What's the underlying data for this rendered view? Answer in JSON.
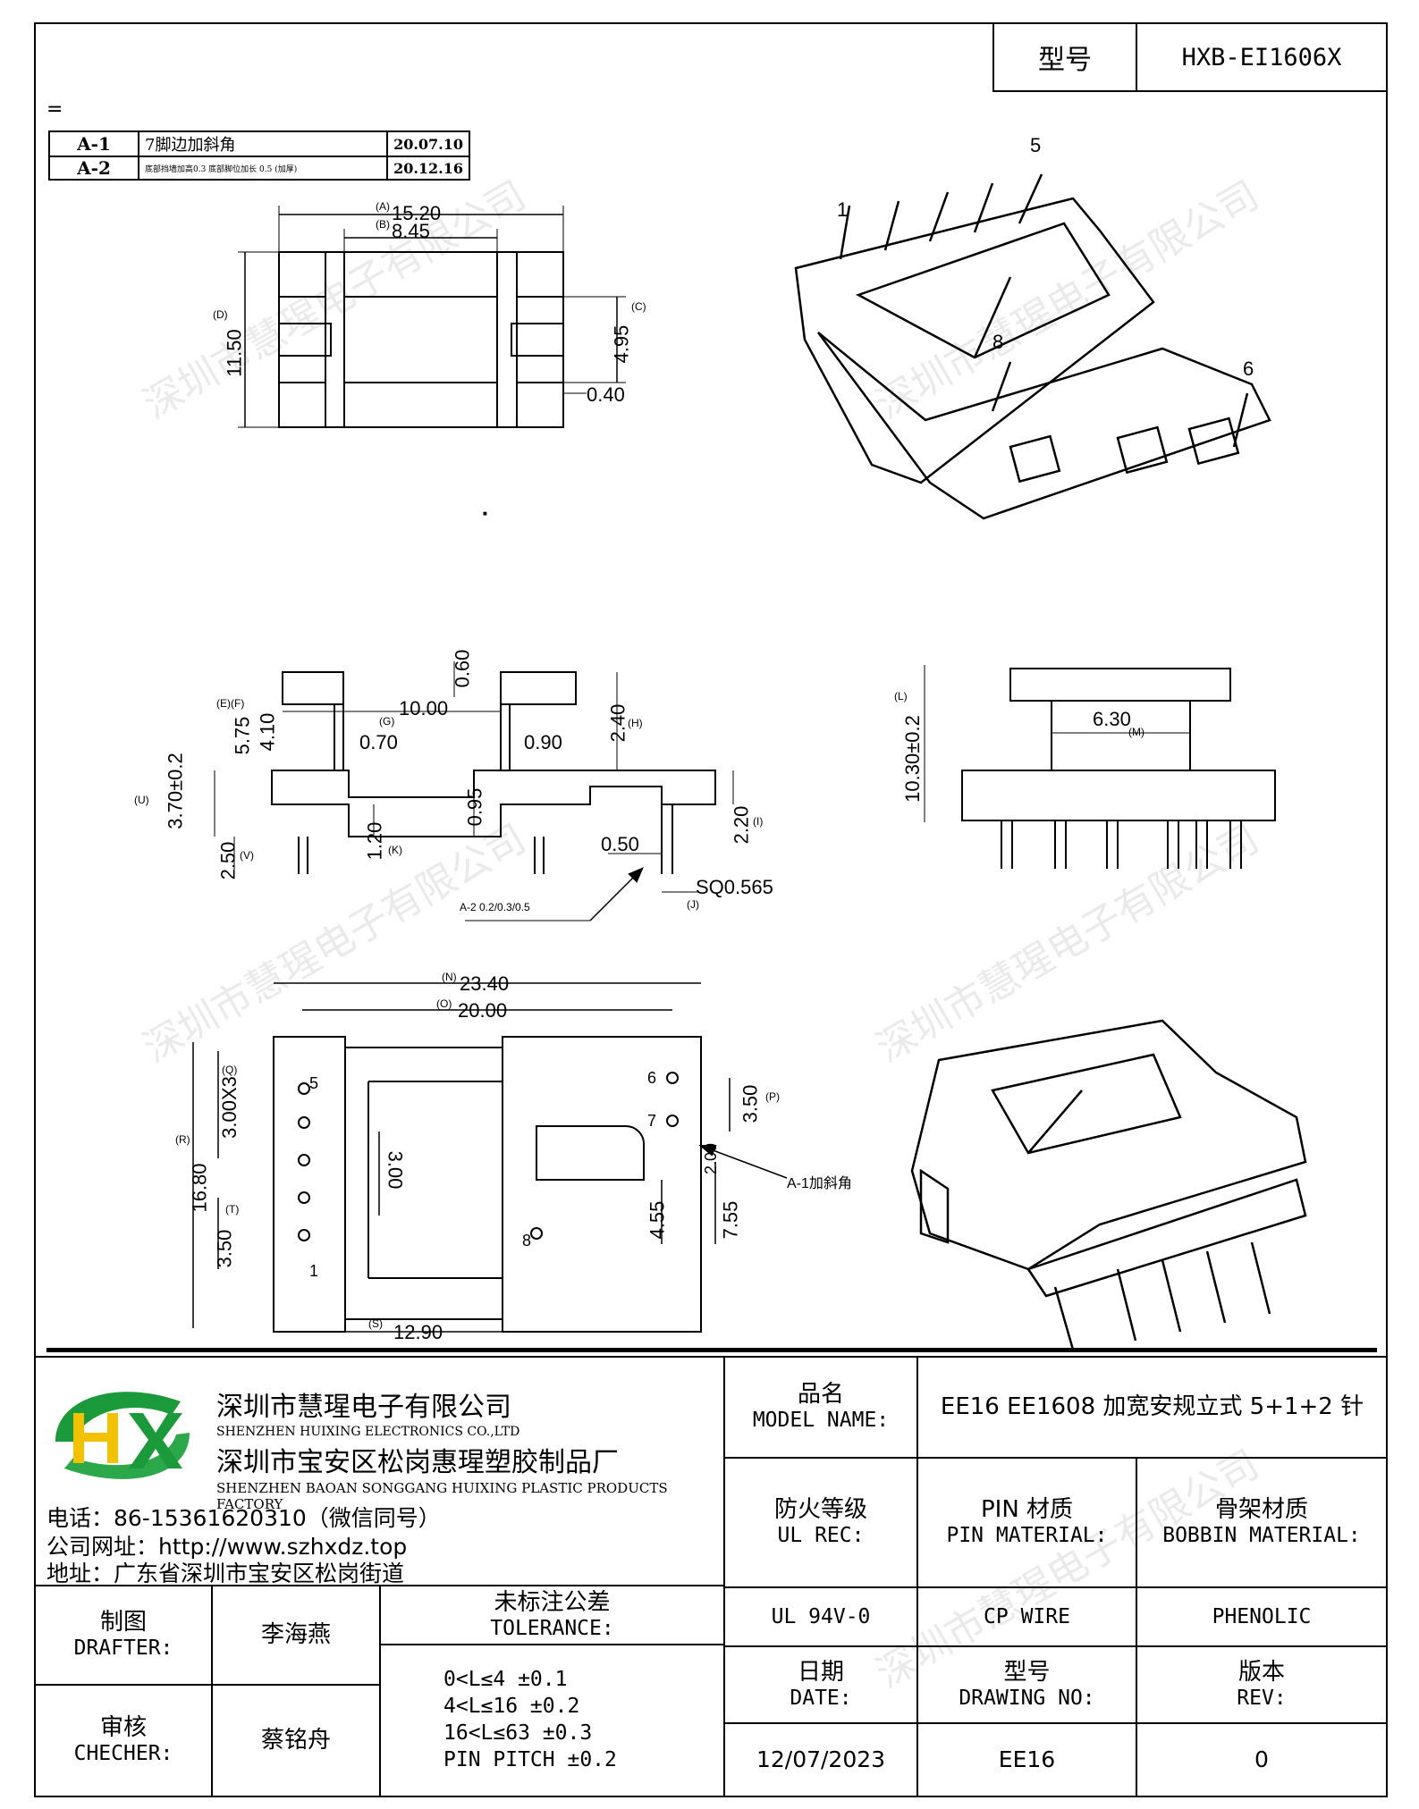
{
  "header": {
    "model_label": "型号",
    "model_value": "HXB-EI1606X",
    "eq_mark": "="
  },
  "revisions": [
    {
      "rev": "A-1",
      "desc": "7脚边加斜角",
      "date": "20.07.10"
    },
    {
      "rev": "A-2",
      "desc": "底部挡墙加高0.3 底部脚位加长 0.5 (加厚)",
      "date": "20.12.16"
    }
  ],
  "pins_top": {
    "p1": "1",
    "p5": "5",
    "p8": "8",
    "p6": "6"
  },
  "dims": {
    "top_view": {
      "a": "(A)",
      "a_val": "15.20",
      "b": "(B)",
      "b_val": "8.45",
      "d": "(D)",
      "d_val": "11.50",
      "c": "(C)",
      "c_val": "4.95",
      "g040": "0.40",
      "dot": "■"
    },
    "side_view": {
      "e": "(E)",
      "f": "(F)",
      "g": "(G)",
      "h": "(H)",
      "i": "(I)",
      "j": "(J)",
      "k": "(K)",
      "u": "(U)",
      "v": "(V)",
      "v060": "0.60",
      "v1000": "10.00",
      "v575": "5.75",
      "v410": "4.10",
      "v070": "0.70",
      "v090": "0.90",
      "v240": "2.40",
      "v370": "3.70±0.2",
      "v095": "0.95",
      "v120": "1.20",
      "v250": "2.50",
      "v220": "2.20",
      "v050": "0.50",
      "vsq": "SQ0.565",
      "note_a2": "A-2 0.2/0.3/0.5"
    },
    "end_view": {
      "l": "(L)",
      "l_val": "10.30±0.2",
      "m": "(M)",
      "m_val": "6.30"
    },
    "bottom_view": {
      "n": "(N)",
      "n_val": "23.40",
      "o": "(O)",
      "o_val": "20.00",
      "q": "(Q)",
      "q_val": "3.00X3",
      "r": "(R)",
      "r_val": "16.80",
      "t": "(T)",
      "t_val": "3.50",
      "p": "(P)",
      "p_val": "3.50",
      "s": "(S)",
      "s_val": "12.90",
      "v300": "3.00",
      "v455": "4.55",
      "v755": "7.55",
      "v200": "2.00",
      "note_a1": "A-1加斜角",
      "pin5": "5",
      "pin1": "1",
      "pin6": "6",
      "pin7": "7",
      "pin8": "8"
    }
  },
  "watermark": "深圳市慧瑆电子有限公司",
  "company": {
    "logo_text": "HX",
    "name_cn": "深圳市慧瑆电子有限公司",
    "name_en": "SHENZHEN HUIXING ELECTRONICS CO.,LTD",
    "factory_cn": "深圳市宝安区松岗惠瑆塑胶制品厂",
    "factory_en": "SHENZHEN BAOAN SONGGANG HUIXING PLASTIC PRODUCTS FACTORY",
    "phone": "电话：86-15361620310（微信同号）",
    "website": "公司网址：http://www.szhxdz.top",
    "address": "地址：广东省深圳市宝安区松岗街道"
  },
  "title_block": {
    "model_name_cn": "品名",
    "model_name_en": "MODEL NAME:",
    "model_name_value": "EE16 EE1608 加宽安规立式 5+1+2 针",
    "ul_cn": "防火等级",
    "ul_en": "UL REC:",
    "pin_cn": "PIN 材质",
    "pin_en": "PIN MATERIAL:",
    "bobbin_cn": "骨架材质",
    "bobbin_en": "BOBBIN MATERIAL:",
    "ul_value": "UL 94V-0",
    "pin_value": "CP WIRE",
    "bobbin_value": "PHENOLIC",
    "drafter_cn": "制图",
    "drafter_en": "DRAFTER:",
    "drafter_name": "李海燕",
    "checker_cn": "审核",
    "checker_en": "CHECHER:",
    "checker_name": "蔡铭舟",
    "tol_cn": "未标注公差",
    "tol_en": "TOLERANCE:",
    "tol_lines": [
      "0<L≤4  ±0.1",
      "4<L≤16 ±0.2",
      "16<L≤63 ±0.3",
      "PIN PITCH ±0.2"
    ],
    "date_cn": "日期",
    "date_en": "DATE:",
    "date_value": "12/07/2023",
    "drawing_cn": "型号",
    "drawing_en": "DRAWING NO:",
    "drawing_value": "EE16",
    "rev_cn": "版本",
    "rev_en": "REV:",
    "rev_value": "0"
  }
}
